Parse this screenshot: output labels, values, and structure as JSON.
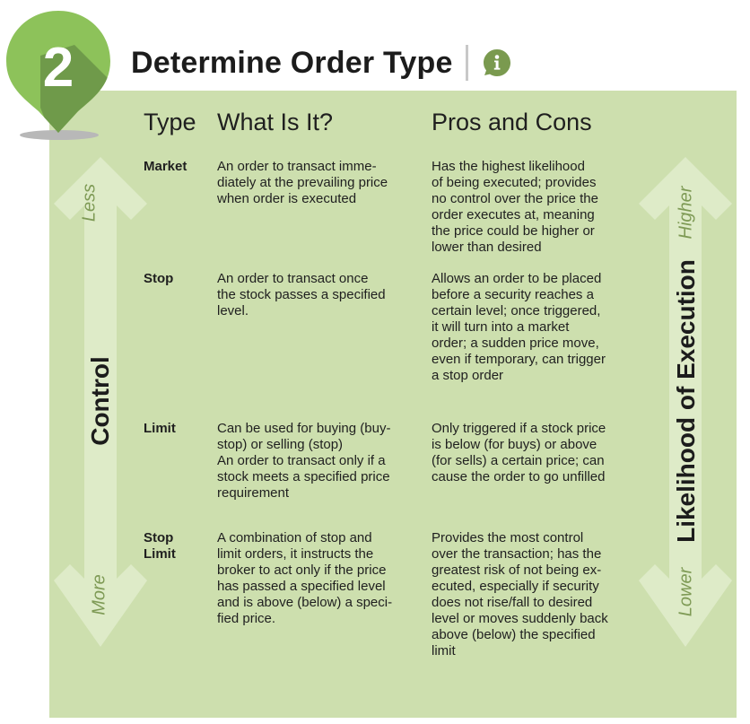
{
  "step": {
    "number": "2",
    "pin_color": "#8dc25a",
    "pin_shadow_color": "#6f9a4a"
  },
  "header": {
    "title": "Determine Order Type",
    "info_icon": "info-speech-bubble-icon",
    "info_icon_color": "#7a9a4f"
  },
  "panel": {
    "background": "#cddfae"
  },
  "columns": [
    "Type",
    "What Is It?",
    "Pros and Cons"
  ],
  "rows": [
    {
      "type": "Market",
      "what": "An order to transact imme-\ndiately at the prevailing price\nwhen order is executed",
      "pros": "Has the highest likelihood\nof being executed; provides\nno control over the price the\norder executes at, meaning\nthe price could be higher or\nlower than desired"
    },
    {
      "type": "Stop",
      "what": "An order to transact once\nthe stock passes a specified\nlevel.",
      "pros": "Allows an order to be placed\nbefore a security reaches a\ncertain level; once triggered,\nit will turn into a market\norder; a sudden price move,\neven if temporary, can trigger\na stop order"
    },
    {
      "type": "Limit",
      "what": "Can be used for buying (buy-\nstop) or selling (stop)\nAn order to transact only if a\nstock meets a specified price\nrequirement",
      "pros": "Only triggered if a stock price\nis below (for buys) or above\n(for sells) a certain price; can\ncause the order to go unfilled"
    },
    {
      "type": "Stop\nLimit",
      "what": "A combination of stop and\nlimit orders, it instructs the\nbroker to act only if the price\nhas passed a specified level\nand is above (below) a speci-\nfied price.",
      "pros": "Provides the most control\nover the transaction; has the\ngreatest risk of not being ex-\necuted, especially if security\ndoes not rise/fall to desired\nlevel or moves suddenly back\nabove (below) the specified\nlimit"
    }
  ],
  "left_axis": {
    "label": "Control",
    "top": "Less",
    "bottom": "More"
  },
  "right_axis": {
    "label": "Likelihood of Execution",
    "top": "Higher",
    "bottom": "Lower"
  }
}
